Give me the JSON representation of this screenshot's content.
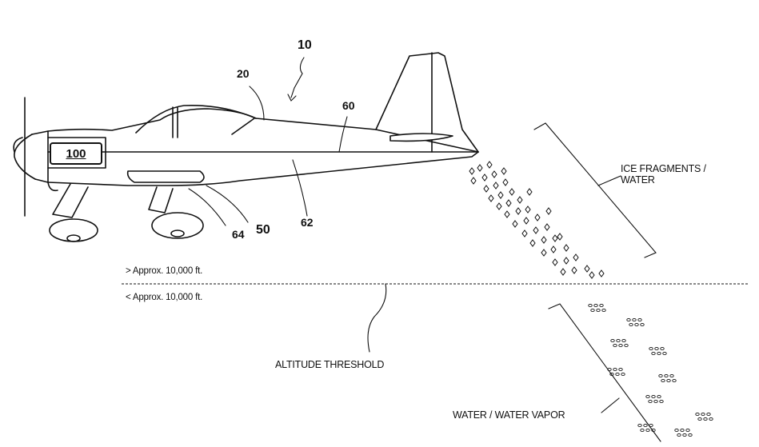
{
  "references": {
    "aircraft": "10",
    "fuselage": "20",
    "upper_line": "60",
    "lower_line": "62",
    "engine_box": "100",
    "component_50": "50",
    "component_64": "64"
  },
  "captions": {
    "ice_fragments": "ICE FRAGMENTS /\nWATER",
    "water_vapor": "WATER / WATER VAPOR",
    "threshold": "ALTITUDE THRESHOLD",
    "above": "> Approx. 10,000 ft.",
    "below": "< Approx. 10,000 ft."
  }
}
